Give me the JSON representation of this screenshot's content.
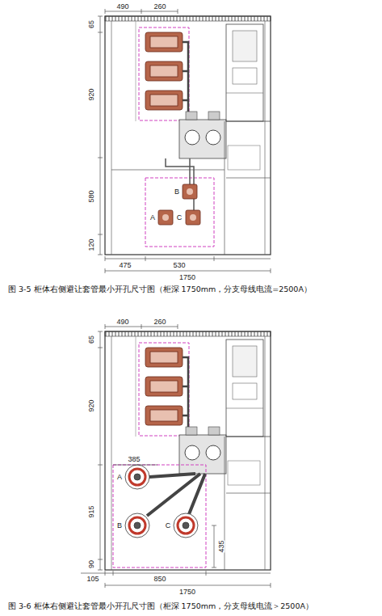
{
  "diagram": {
    "labels": [
      "65",
      "490",
      "260",
      "920",
      "580",
      "120",
      "475",
      "530",
      "1750",
      "B",
      "A",
      "C",
      "图 3-5   柜体右侧避让套管最小开孔尺寸图（柜深 1750mm，分支母线电流=2500A）",
      "490",
      "260",
      "65",
      "920",
      "385",
      "A",
      "915",
      "B",
      "C",
      "435",
      "90",
      "105",
      "850",
      "1750",
      "图 3-6   柜体右侧避让套管最小开孔尺寸图（柜深 1750mm，分支母线电流＞2500A）"
    ]
  }
}
